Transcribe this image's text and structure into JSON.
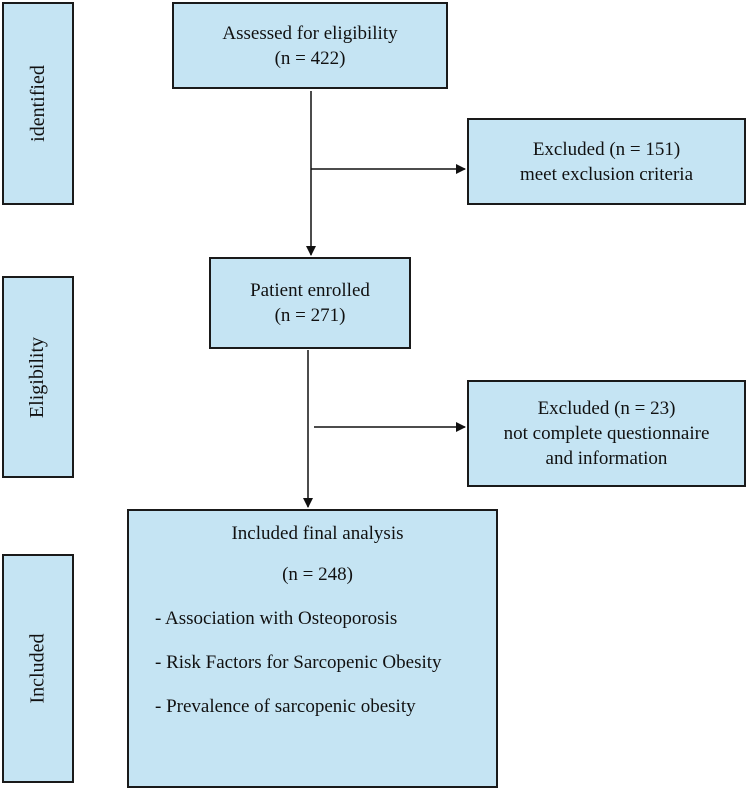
{
  "stages": {
    "identified": "identified",
    "eligibility": "Eligibility",
    "included": "Included"
  },
  "assessed": {
    "line1": "Assessed for eligibility",
    "line2": "(n = 422)"
  },
  "excluded1": {
    "line1": "Excluded (n = 151)",
    "line2": "meet exclusion criteria"
  },
  "enrolled": {
    "line1": "Patient enrolled",
    "line2": "(n = 271)"
  },
  "excluded2": {
    "line1": "Excluded (n = 23)",
    "line2": "not complete questionnaire",
    "line3": "and information"
  },
  "final": {
    "title": "Included final analysis",
    "count": "(n = 248)",
    "items": [
      "- Association with Osteoporosis",
      "- Risk Factors for Sarcopenic Obesity",
      "- Prevalence of sarcopenic obesity"
    ]
  },
  "colors": {
    "box_fill": "#c5e4f3",
    "border": "#1a1a1a"
  }
}
